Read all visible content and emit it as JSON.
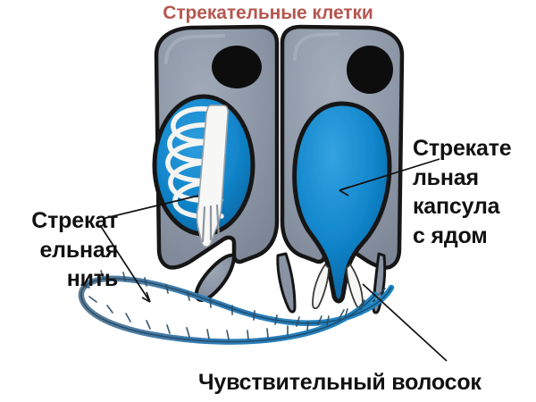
{
  "title": "Стрекательные клетки",
  "title_color": "#b5574f",
  "labels": {
    "capsule": "Стрекате\nльная\nкапсула\nс ядом",
    "thread": "Стрекат\nельная\nнить",
    "hair": "Чувствительный волосок"
  },
  "colors": {
    "background": "#ffffff",
    "cell_body": "#8b95a6",
    "cell_body_light": "#9aa4b3",
    "cell_outline": "#141414",
    "capsule_blue": "#1389d0",
    "capsule_blue_dark": "#0f6fae",
    "nucleus": "#0d0d0d",
    "thread_white": "#f4f4f2",
    "thread_blue": "#2e7bb5",
    "leader_line": "#111111",
    "text": "#111111"
  },
  "diagram": {
    "name": "cnidarian-stinging-cells",
    "cells": [
      {
        "id": "left-cell",
        "state": "discharged",
        "nucleus": "black-oval",
        "capsule": "blue-oval",
        "thread": "coiled-white-thread"
      },
      {
        "id": "right-cell",
        "state": "resting",
        "nucleus": "black-oval",
        "capsule": "blue-pear",
        "thread": "not-discharged"
      }
    ],
    "extended_thread": "barbed-blue-filament-loop",
    "sensory_hairs": 2
  }
}
